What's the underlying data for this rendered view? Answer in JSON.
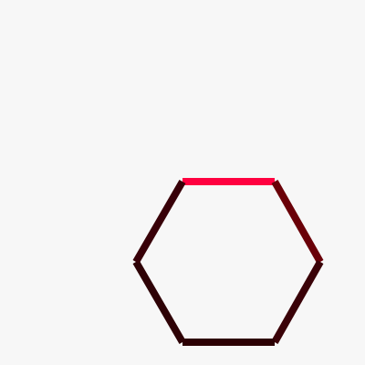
{
  "diagram": {
    "shape": "hexagon",
    "background_color": "#f7f7f7",
    "edges": [
      {
        "id": "top",
        "color": "#ff0040"
      },
      {
        "id": "upper-right",
        "color": "#6a0008"
      },
      {
        "id": "lower-right",
        "color": "#3a0208"
      },
      {
        "id": "bottom",
        "color": "#2c0004"
      },
      {
        "id": "lower-left",
        "color": "#2e0206"
      },
      {
        "id": "upper-left",
        "color": "#380008"
      }
    ]
  }
}
